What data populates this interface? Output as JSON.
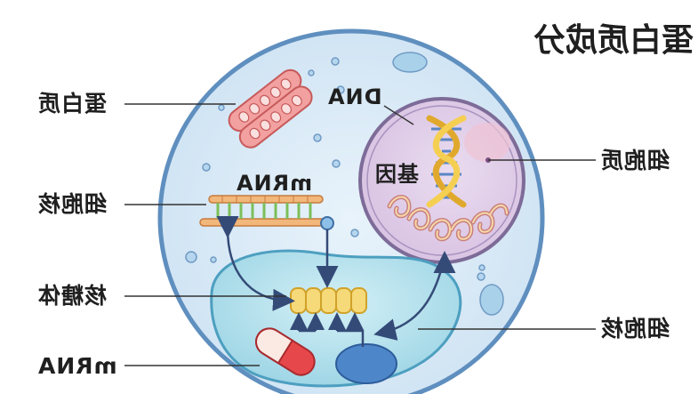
{
  "title": "蛋白质成分",
  "labels": {
    "left_protein": "蛋白质",
    "left_nucleus": "细胞核",
    "left_ribosome": "核糖体",
    "left_mrna": "mRNA",
    "right_cytoplasm": "细胞质",
    "right_nucleus": "细胞核",
    "dna": "DNA",
    "gene": "基因",
    "mrna_top": "mRNA"
  },
  "colors": {
    "cell_outer": "#cfe3f3",
    "cell_border": "#5f8fbf",
    "nucleus_fill": "#e2cfe6",
    "nucleus_border": "#7d6b98",
    "er_fill": "#bfe7f1",
    "ribosome": "#f6d978",
    "mitochondria": "#ef8c8c",
    "arrow": "#344b78",
    "line": "#333333"
  }
}
